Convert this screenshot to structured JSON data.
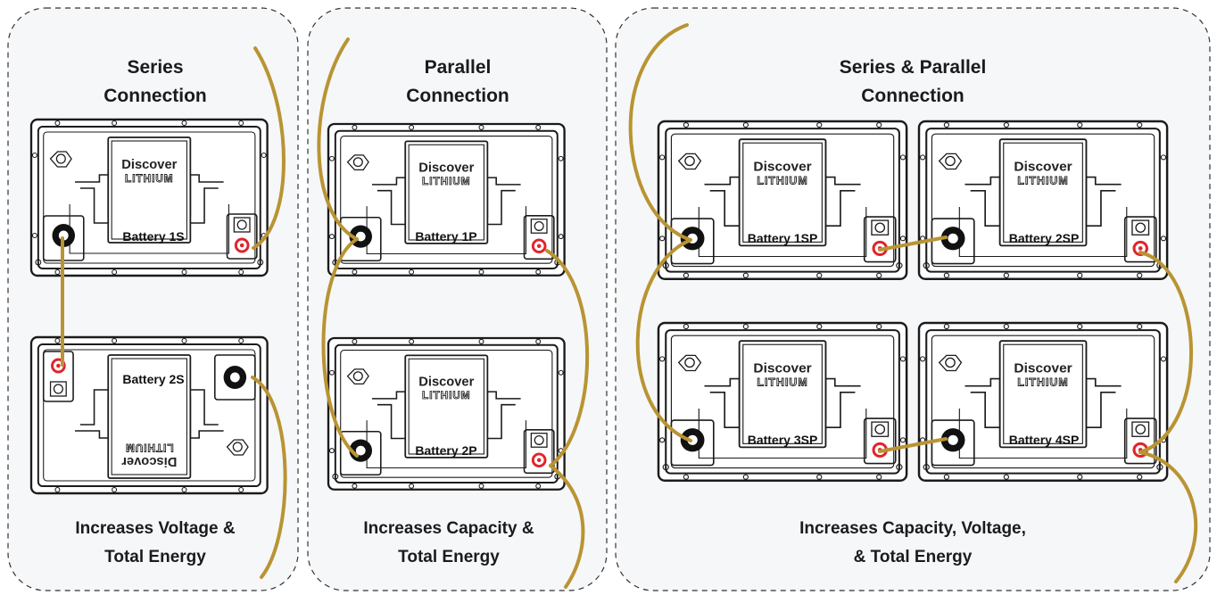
{
  "panels": {
    "series": {
      "title_line1": "Series",
      "title_line2": "Connection",
      "footer_line1": "Increases Voltage &",
      "footer_line2": "Total Energy",
      "batteries": [
        "Battery 1S",
        "Battery 2S"
      ]
    },
    "parallel": {
      "title_line1": "Parallel",
      "title_line2": "Connection",
      "footer_line1": "Increases Capacity &",
      "footer_line2": "Total Energy",
      "batteries": [
        "Battery 1P",
        "Battery 2P"
      ]
    },
    "series_parallel": {
      "title_line1": "Series & Parallel",
      "title_line2": "Connection",
      "footer_line1": "Increases Capacity, Voltage,",
      "footer_line2": "& Total Energy",
      "batteries": [
        "Battery 1SP",
        "Battery 2SP",
        "Battery 3SP",
        "Battery 4SP"
      ]
    }
  },
  "brand": {
    "line1": "Discover",
    "line2": "LITHIUM"
  },
  "colors": {
    "cable": "#b99433",
    "positive_terminal": "#e0242a",
    "negative_terminal": "#111111",
    "panel_background": "#f6f7f9"
  },
  "icons": [
    "positive-terminal-icon",
    "negative-terminal-icon",
    "hex-bolt-icon"
  ]
}
